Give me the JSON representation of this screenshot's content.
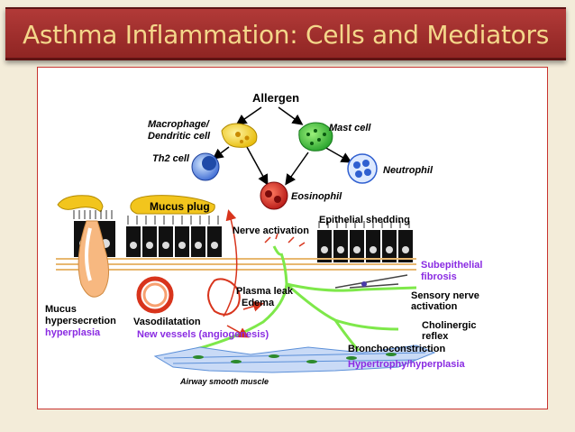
{
  "title": "Asthma Inflammation: Cells and Mediators",
  "labels": {
    "allergen": "Allergen",
    "macrophage_1": "Macrophage/",
    "macrophage_2": "Dendritic cell",
    "mast_cell": "Mast cell",
    "th2_cell": "Th2 cell",
    "neutrophil": "Neutrophil",
    "eosinophil": "Eosinophil",
    "mucus_plug": "Mucus plug",
    "nerve_activation": "Nerve activation",
    "epithelial_shedding": "Epithelial shedding",
    "subepithelial_1": "Subepithelial",
    "subepithelial_2": "fibrosis",
    "plasma_leak": "Plasma leak",
    "edema": "Edema",
    "sensory_nerve_1": "Sensory nerve",
    "sensory_nerve_2": "activation",
    "mucus_1": "Mucus",
    "mucus_2": "hypersecretion",
    "mucus_3": "hyperplasia",
    "vasodilatation": "Vasodilatation",
    "new_vessels": "New vessels (angiogenesis)",
    "cholinergic_1": "Cholinergic",
    "cholinergic_2": "reflex",
    "bronchoconstriction": "Bronchoconstriction",
    "hypertrophy": "Hypertrophy/hyperplasia",
    "airway_smooth_muscle": "Airway smooth muscle"
  },
  "colors": {
    "title_text": "#f4d78a",
    "title_bar": "#a32f2d",
    "black_label": "#000000",
    "purple_label": "#8a2be2",
    "arrow": "#000000",
    "red_arrow": "#d8341c",
    "mucus": "#f2c51d",
    "nerve": "#7ee84a",
    "macrophage": "#f4d21c",
    "mast_cell": "#3cc43a",
    "th2": "#3b73d6",
    "neutrophil": "#2f5fd0",
    "eosinophil": "#d8241c",
    "vessel": "#d8341c",
    "gland": "#f7b880",
    "fibrosis": "#e8b870",
    "muscle": "#5b8fd8"
  }
}
